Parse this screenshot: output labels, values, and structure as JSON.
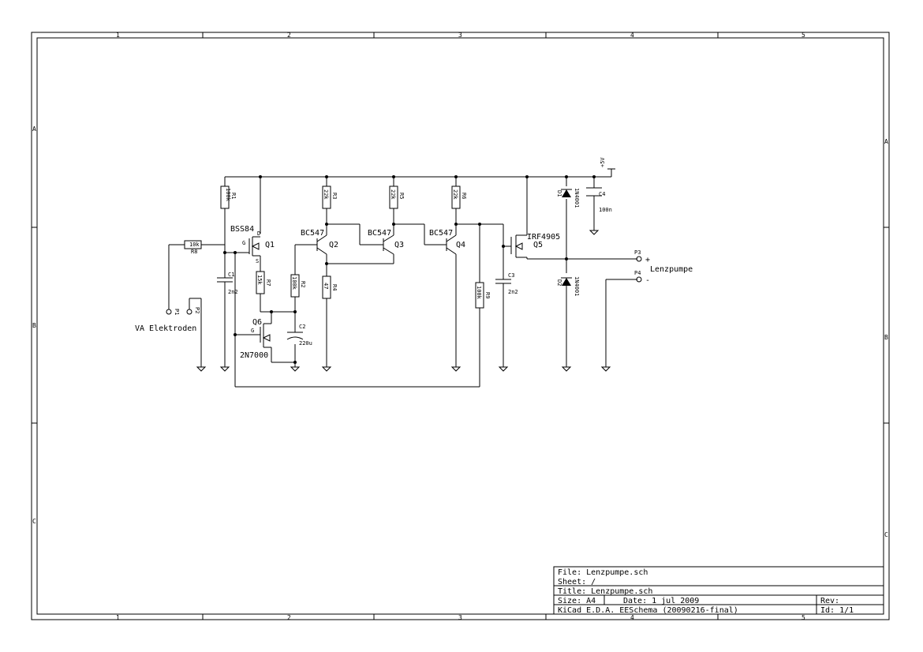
{
  "title_block": {
    "file": "File: Lenzpumpe.sch",
    "sheet": "Sheet: /",
    "title": "Title: Lenzpumpe.sch",
    "size": "Size: A4",
    "date": "Date: 1 jul 2009",
    "rev": "Rev:",
    "tool": "KiCad E.D.A.  EESchema (20090216-final)",
    "id": "Id: 1/1"
  },
  "ruler": {
    "columns": [
      "1",
      "2",
      "3",
      "4",
      "5"
    ],
    "rows": [
      "A",
      "B",
      "C"
    ]
  },
  "components": {
    "r1": {
      "ref": "R1",
      "value": "100k"
    },
    "r2": {
      "ref": "R2",
      "value": "100k"
    },
    "r3": {
      "ref": "R3",
      "value": "22k"
    },
    "r4": {
      "ref": "R4",
      "value": "47"
    },
    "r5": {
      "ref": "R5",
      "value": "22k"
    },
    "r6": {
      "ref": "R6",
      "value": "22k"
    },
    "r7": {
      "ref": "R7",
      "value": "15k"
    },
    "r8": {
      "ref": "R8",
      "value": "10k"
    },
    "r9": {
      "ref": "R9",
      "value": "100k"
    },
    "c1": {
      "ref": "C1",
      "value": "2n2"
    },
    "c2": {
      "ref": "C2",
      "value": "220u"
    },
    "c3": {
      "ref": "C3",
      "value": "2n2"
    },
    "c4": {
      "ref": "C4",
      "value": "100n"
    },
    "q1": {
      "ref": "Q1",
      "value": "BSS84"
    },
    "q2": {
      "ref": "Q2",
      "value": "BC547"
    },
    "q3": {
      "ref": "Q3",
      "value": "BC547"
    },
    "q4": {
      "ref": "Q4",
      "value": "BC547"
    },
    "q5": {
      "ref": "Q5",
      "value": "IRF4905"
    },
    "q6": {
      "ref": "Q6",
      "value": "2N7000"
    },
    "d1": {
      "ref": "D1",
      "value": "1N4001"
    },
    "d2": {
      "ref": "D2",
      "value": "1N4001"
    },
    "p1": {
      "ref": "P1"
    },
    "p2": {
      "ref": "P2"
    },
    "p3": {
      "ref": "P3",
      "sign": "+"
    },
    "p4": {
      "ref": "P4",
      "sign": "-"
    }
  },
  "labels": {
    "electrodes": "VA Elektroden",
    "pump": "Lenzpumpe",
    "supply": "+5V"
  },
  "colors": {
    "line": "#000000",
    "background": "#ffffff"
  }
}
